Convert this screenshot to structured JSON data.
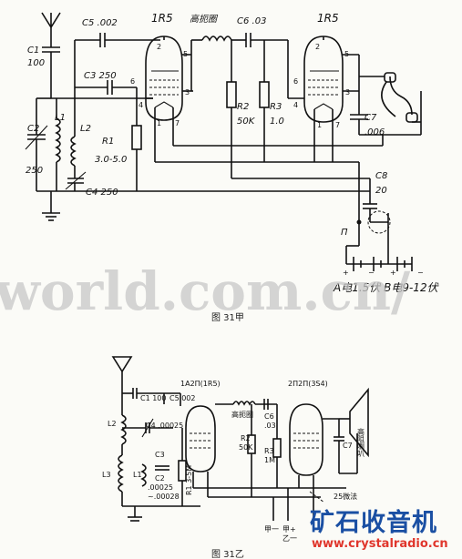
{
  "diagram_a": {
    "caption": "图 31甲",
    "components": {
      "C1": "C1",
      "C1_val": "100",
      "C2": "C2",
      "C2_val": "250",
      "C3": "C3 250",
      "C4": "C4 250",
      "C5": "C5 .002",
      "C6": "C6 .03",
      "C7": "C7",
      "C7_val": ".006",
      "C8": "C8",
      "C8_val": "20",
      "L1": "L1",
      "L2": "L2",
      "R1": "R1",
      "R1_val": "3.0-5.0",
      "R2": "R2",
      "R2_val": "50K",
      "R3": "R3",
      "R3_val": "1.0",
      "tube1": "1R5",
      "tube2": "1R5",
      "choke": "高扼圈",
      "switch": "Π",
      "battery": "A电1.5伏 B电9-12伏"
    },
    "pins1": [
      "2",
      "5",
      "6",
      "4",
      "1",
      "7",
      "3"
    ],
    "pins2": [
      "2",
      "5",
      "6",
      "4",
      "1",
      "7",
      "3"
    ]
  },
  "watermark": "world.com.cn/",
  "diagram_b": {
    "caption": "图 31乙",
    "components": {
      "C1": "C1 100",
      "C5": "C5.002",
      "C4": "C4 .00025",
      "C3": "C3",
      "C2": "C2",
      "C2_val": ".00025",
      "C2_val2": "~.00028",
      "C6": "C6",
      "C6_val": ".03",
      "C7": "C7",
      "L1": "L1",
      "L2": "L2",
      "L3": "L3",
      "R1": "R1 3-5M",
      "R2": "R2",
      "R2_val": "50K",
      "R3": "R3",
      "R3_val": "1M",
      "tube1": "1A2П(1R5)",
      "tube2": "2П2П(3S4)",
      "choke": "高扼圈",
      "speaker": "高阻喇叭",
      "note": "25微法",
      "batt1": "甲一",
      "batt2": "甲+",
      "batt3": "乙一"
    }
  },
  "logo": {
    "name": "矿石收音机",
    "url": "www.crystalradio.cn"
  }
}
